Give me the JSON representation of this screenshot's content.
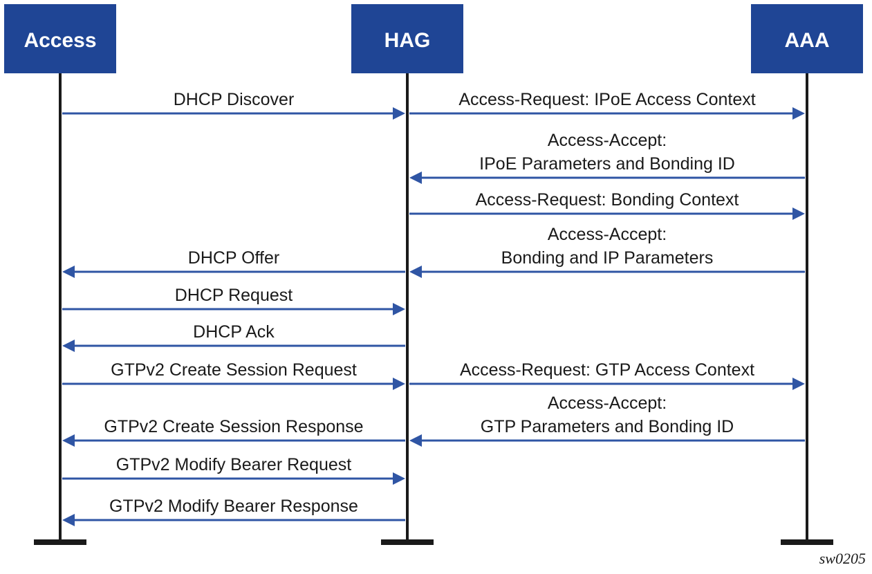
{
  "nodes": [
    {
      "id": "access",
      "label": "Access"
    },
    {
      "id": "hag",
      "label": "HAG"
    },
    {
      "id": "aaa",
      "label": "AAA"
    }
  ],
  "colors": {
    "node_fill": "#1f4595",
    "arrow": "#2f55a4",
    "lifeline": "#1a1a1a"
  },
  "messages": [
    {
      "from": "access",
      "to": "hag",
      "lines": [
        "DHCP Discover"
      ]
    },
    {
      "from": "hag",
      "to": "aaa",
      "lines": [
        "Access-Request: IPoE Access Context"
      ]
    },
    {
      "from": "aaa",
      "to": "hag",
      "lines": [
        "Access-Accept:",
        "IPoE Parameters and Bonding ID"
      ]
    },
    {
      "from": "hag",
      "to": "aaa",
      "lines": [
        "Access-Request: Bonding Context"
      ]
    },
    {
      "from": "aaa",
      "to": "hag",
      "lines": [
        "Access-Accept:",
        "Bonding and IP Parameters"
      ]
    },
    {
      "from": "hag",
      "to": "access",
      "lines": [
        "DHCP Offer"
      ]
    },
    {
      "from": "access",
      "to": "hag",
      "lines": [
        "DHCP Request"
      ]
    },
    {
      "from": "hag",
      "to": "access",
      "lines": [
        "DHCP Ack"
      ]
    },
    {
      "from": "access",
      "to": "hag",
      "lines": [
        "GTPv2 Create Session Request"
      ]
    },
    {
      "from": "hag",
      "to": "aaa",
      "lines": [
        "Access-Request: GTP Access Context"
      ]
    },
    {
      "from": "aaa",
      "to": "hag",
      "lines": [
        "Access-Accept:",
        "GTP Parameters and Bonding ID"
      ]
    },
    {
      "from": "hag",
      "to": "access",
      "lines": [
        "GTPv2 Create Session Response"
      ]
    },
    {
      "from": "access",
      "to": "hag",
      "lines": [
        "GTPv2 Modify Bearer Request"
      ]
    },
    {
      "from": "hag",
      "to": "access",
      "lines": [
        "GTPv2 Modify Bearer Response"
      ]
    }
  ],
  "figure_id": "sw0205"
}
